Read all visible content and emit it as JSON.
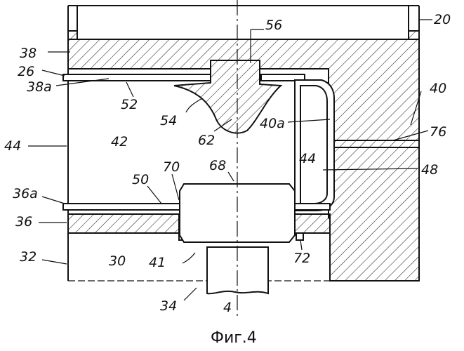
{
  "figure": {
    "caption": "Фиг.4",
    "labels": {
      "l20": "20",
      "l38": "38",
      "l26": "26",
      "l38a": "38a",
      "l52": "52",
      "l56": "56",
      "l54": "54",
      "l62": "62",
      "l40a": "40a",
      "l40": "40",
      "l76": "76",
      "l44": "44",
      "l42": "42",
      "l44b": "44",
      "l48": "48",
      "l68": "68",
      "l70": "70",
      "l50": "50",
      "l36a": "36a",
      "l36": "36",
      "l32": "32",
      "l30": "30",
      "l41": "41",
      "l72": "72",
      "l34": "34",
      "l4": "4"
    }
  }
}
